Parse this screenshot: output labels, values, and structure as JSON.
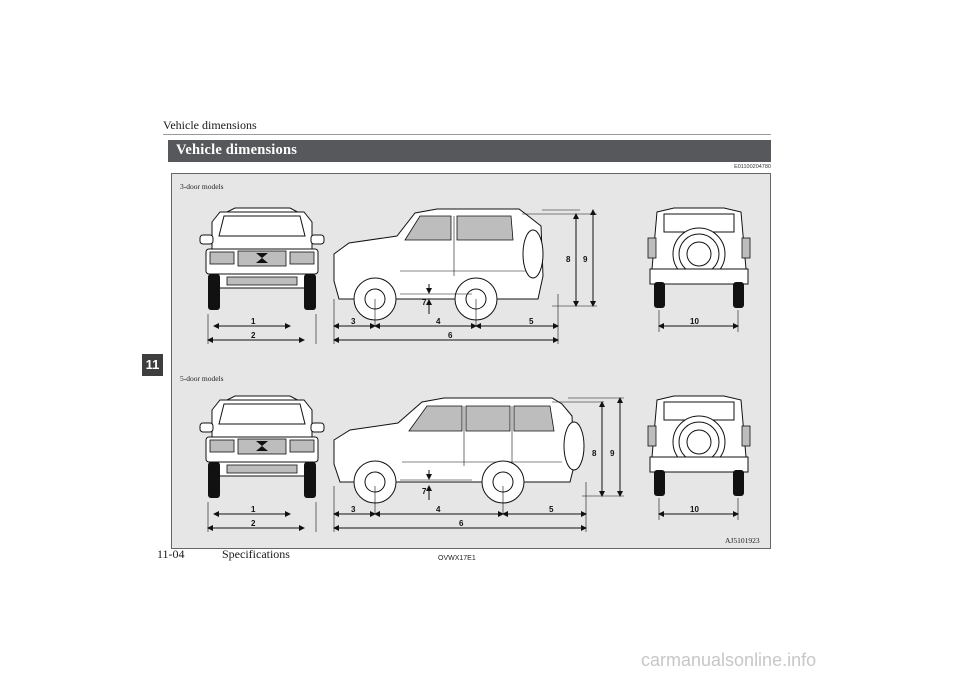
{
  "page": {
    "running_header": "Vehicle dimensions",
    "section_title": "Vehicle dimensions",
    "section_code": "E01100204780",
    "chapter_tab": "11",
    "footer_page": "11-04",
    "footer_section": "Specifications",
    "doc_code": "OVWX17E1",
    "watermark": "carmanualsonline.info"
  },
  "figure": {
    "captions": {
      "three_door": "3-door models",
      "five_door": "5-door models"
    },
    "figure_code": "AJ5101923",
    "dimension_labels": [
      "1",
      "2",
      "3",
      "4",
      "5",
      "6",
      "7",
      "8",
      "9",
      "10"
    ]
  },
  "colors": {
    "section_bar": "#56585b",
    "figure_bg": "#e6e6e6",
    "chapter_tab": "#3e3e3e"
  }
}
